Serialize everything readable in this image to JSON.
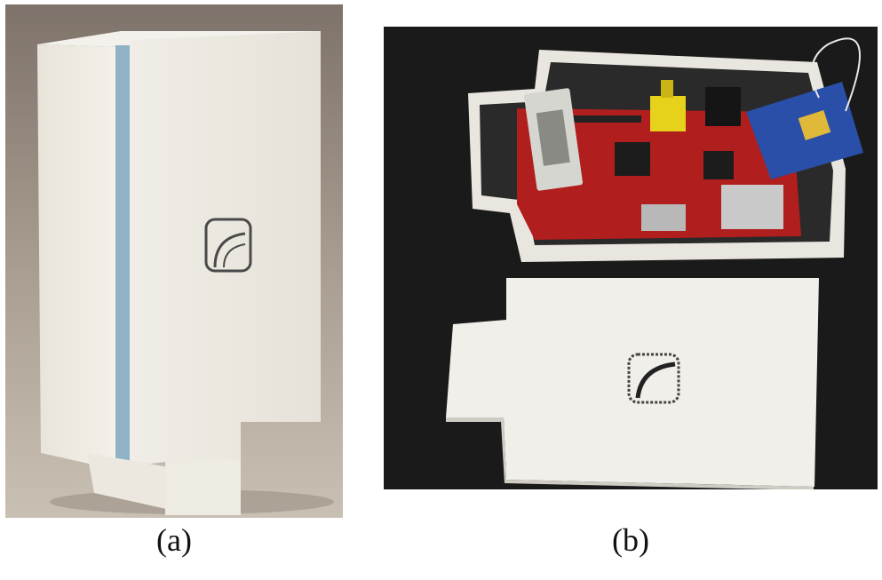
{
  "figure": {
    "panels": [
      {
        "caption": "(a)",
        "content": "photo-closed-enclosure"
      },
      {
        "caption": "(b)",
        "content": "photo-open-enclosure-with-board"
      }
    ],
    "colors": {
      "background_a": "#a89c90",
      "enclosure_white": "#f2f0ea",
      "edge_blue": "#8fb2c4",
      "background_b": "#1a1a1a",
      "board_red": "#b01e1e",
      "xbee_blue": "#2a4fa8",
      "rca_yellow": "#e6d21a"
    }
  }
}
